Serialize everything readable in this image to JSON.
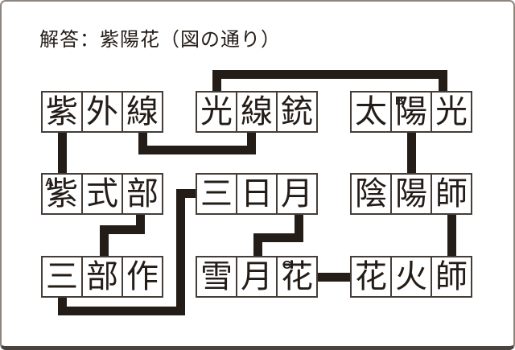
{
  "title": "解答：紫陽花（図の通り）",
  "answer": "紫陽花",
  "markers": {
    "a": "A",
    "b": "B",
    "c": "C"
  },
  "colors": {
    "ink": "#241c17",
    "cell_border": "#453d37",
    "frame_border": "#8d857e",
    "frame_bottom": "#4a4440"
  },
  "words": [
    {
      "name": "shigaisen",
      "label": "紫外線",
      "chars": [
        "紫",
        "外",
        "線"
      ]
    },
    {
      "name": "kousenjuu",
      "label": "光線銃",
      "chars": [
        "光",
        "線",
        "銃"
      ]
    },
    {
      "name": "taiyoukou",
      "label": "太陽光",
      "chars": [
        "太",
        "陽",
        "光"
      ]
    },
    {
      "name": "murasakishikibu",
      "label": "紫式部",
      "chars": [
        "紫",
        "式",
        "部"
      ]
    },
    {
      "name": "mikazuki",
      "label": "三日月",
      "chars": [
        "三",
        "日",
        "月"
      ]
    },
    {
      "name": "onmyouji",
      "label": "陰陽師",
      "chars": [
        "陰",
        "陽",
        "師"
      ]
    },
    {
      "name": "sanbusaku",
      "label": "三部作",
      "chars": [
        "三",
        "部",
        "作"
      ]
    },
    {
      "name": "setsugekka",
      "label": "雪月花",
      "chars": [
        "雪",
        "月",
        "花"
      ]
    },
    {
      "name": "hanabishi",
      "label": "花火師",
      "chars": [
        "花",
        "火",
        "師"
      ]
    }
  ],
  "connections": [
    "紫外線:紫 ↔ 紫式部:紫",
    "紫外線:線 ↔ 光線銃:線",
    "光線銃:光 ↔ 太陽光:光",
    "太陽光:陽 ↔ 陰陽師:陽",
    "紫式部:部 ↔ 三部作:部",
    "三日月:三 ↔ 三部作:三",
    "三日月:月 ↔ 雪月花:月",
    "雪月花:花 ↔ 花火師:花",
    "陰陽師:師 ↔ 花火師:師"
  ]
}
